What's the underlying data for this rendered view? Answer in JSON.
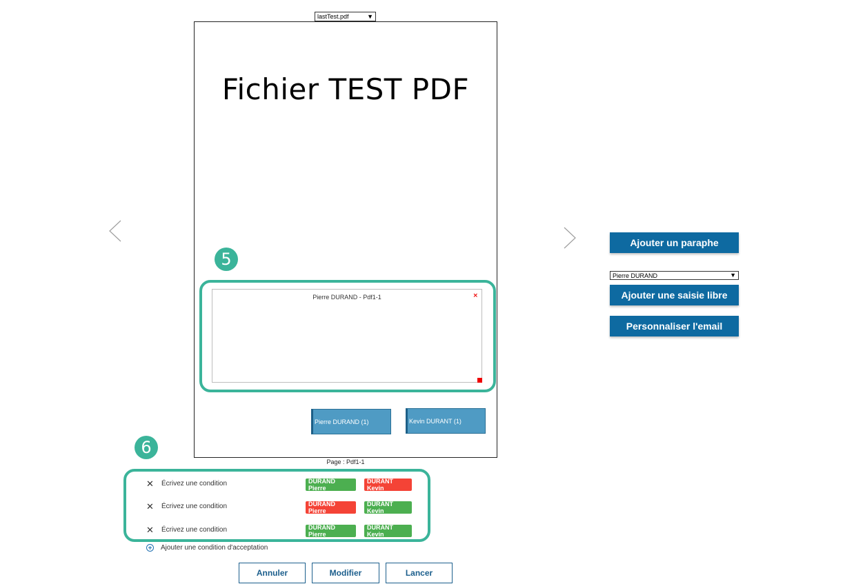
{
  "file_select": {
    "value": "lastTest.pdf"
  },
  "pdf": {
    "title": "Fichier TEST PDF"
  },
  "steps": {
    "step5": "5",
    "step6": "6"
  },
  "signature_zone": {
    "label": "Pierre DURAND - Pdf1-1",
    "close_glyph": "×"
  },
  "signers_on_page": [
    {
      "label": "Pierre DURAND (1)"
    },
    {
      "label": "Kevin DURANT (1)"
    }
  ],
  "page_indicator": "Page : Pdf1-1",
  "conditions": [
    {
      "remove_glyph": "✕",
      "text": "Écrivez une condition",
      "tags": [
        {
          "label": "DURAND Pierre",
          "state": "green"
        },
        {
          "label": "DURANT Kevin",
          "state": "red"
        }
      ]
    },
    {
      "remove_glyph": "✕",
      "text": "Écrivez une condition",
      "tags": [
        {
          "label": "DURAND Pierre",
          "state": "red"
        },
        {
          "label": "DURANT Kevin",
          "state": "green"
        }
      ]
    },
    {
      "remove_glyph": "✕",
      "text": "Écrivez une condition",
      "tags": [
        {
          "label": "DURAND Pierre",
          "state": "green"
        },
        {
          "label": "DURANT Kevin",
          "state": "green"
        }
      ]
    }
  ],
  "add_condition_label": "Ajouter une condition d'acceptation",
  "actions": {
    "cancel": "Annuler",
    "modify": "Modifier",
    "launch": "Lancer"
  },
  "sidebar": {
    "add_initial": "Ajouter un paraphe",
    "signer_select_value": "Pierre DURAND",
    "add_free_input": "Ajouter une saisie libre",
    "customize_email": "Personnaliser l'email"
  },
  "colors": {
    "accent_teal": "#3bb49a",
    "primary_blue": "#0e6aa1",
    "tag_green": "#4caf50",
    "tag_red": "#f44336",
    "signer_block": "#4f9bc4"
  }
}
